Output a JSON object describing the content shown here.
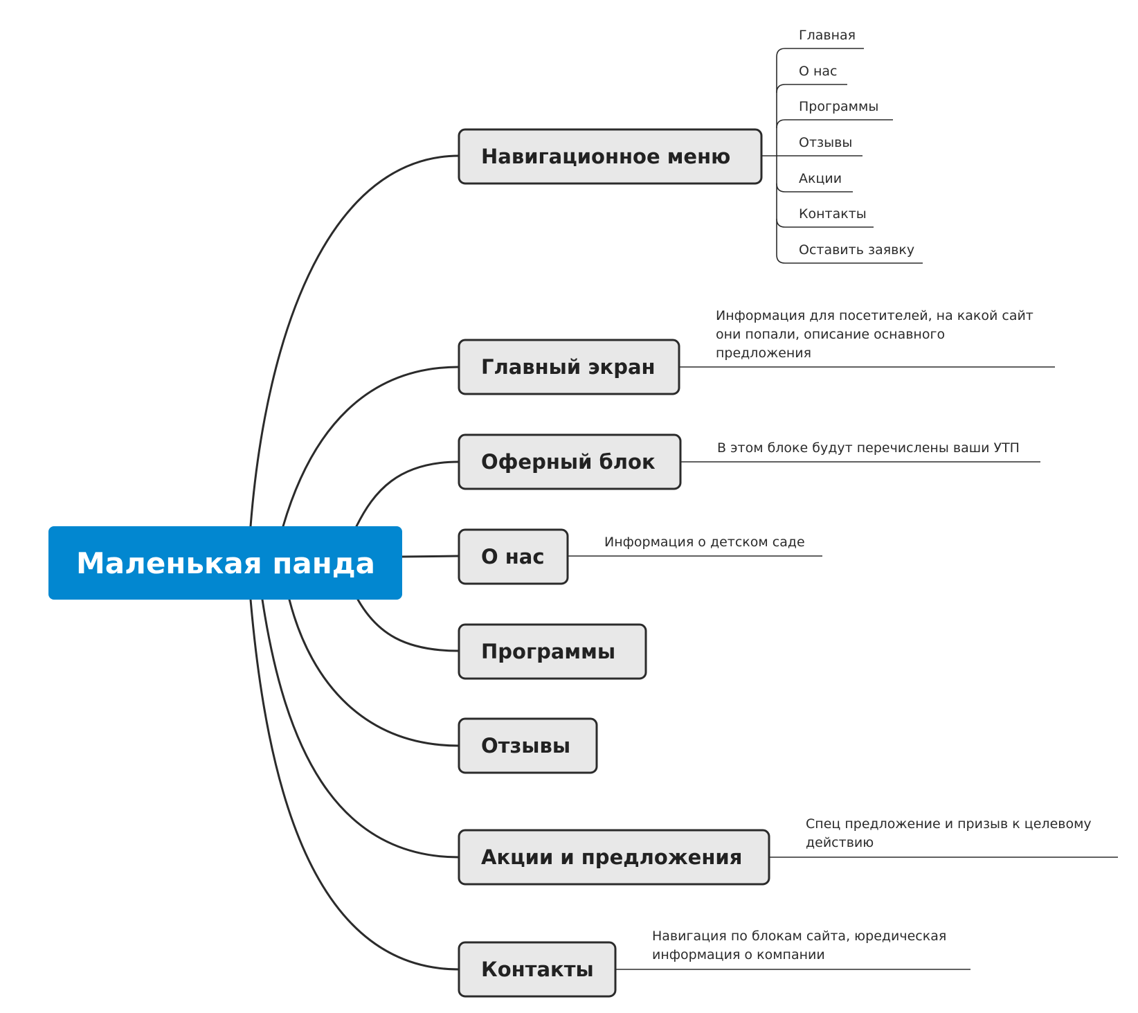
{
  "root": {
    "label": "Маленькая панда",
    "color": "#0287d0"
  },
  "topics": [
    {
      "label": "Навигационное меню",
      "children": [
        "Главная",
        "О нас",
        "Программы",
        "Отзывы",
        "Акции",
        "Контакты",
        "Оставить заявку"
      ]
    },
    {
      "label": "Главный экран",
      "note": [
        "Информация для посетителей, на какой сайт",
        "они попали, описание оснавного",
        "предложения"
      ]
    },
    {
      "label": "Оферный блок",
      "note": [
        "В этом блоке будут перечислены ваши УТП"
      ]
    },
    {
      "label": "О нас",
      "note": [
        "Информация о детском саде"
      ]
    },
    {
      "label": "Программы"
    },
    {
      "label": "Отзывы"
    },
    {
      "label": "Акции и предложения",
      "note": [
        "Спец предложение и призыв к целевому",
        "действию"
      ]
    },
    {
      "label": "Контакты",
      "note": [
        "Навигация по блокам сайта, юредическая",
        "информация о компании"
      ]
    }
  ]
}
